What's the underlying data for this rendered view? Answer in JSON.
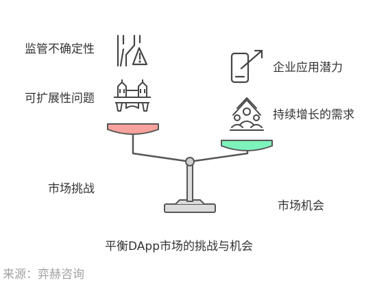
{
  "challenges": {
    "items": [
      {
        "label": "监管不确定性",
        "icon": "regulation-warning-icon"
      },
      {
        "label": "可扩展性问题",
        "icon": "bridge-icon"
      }
    ],
    "caption": "市场挑战",
    "pan_color": "#f7a29c"
  },
  "opportunities": {
    "items": [
      {
        "label": "企业应用潜力",
        "icon": "mobile-growth-icon"
      },
      {
        "label": "持续增长的需求",
        "icon": "people-demand-icon"
      }
    ],
    "caption": "市场机会",
    "pan_color": "#7ef2bd"
  },
  "title": "平衡DApp市场的挑战与机会",
  "source": "来源：弈赫咨询"
}
